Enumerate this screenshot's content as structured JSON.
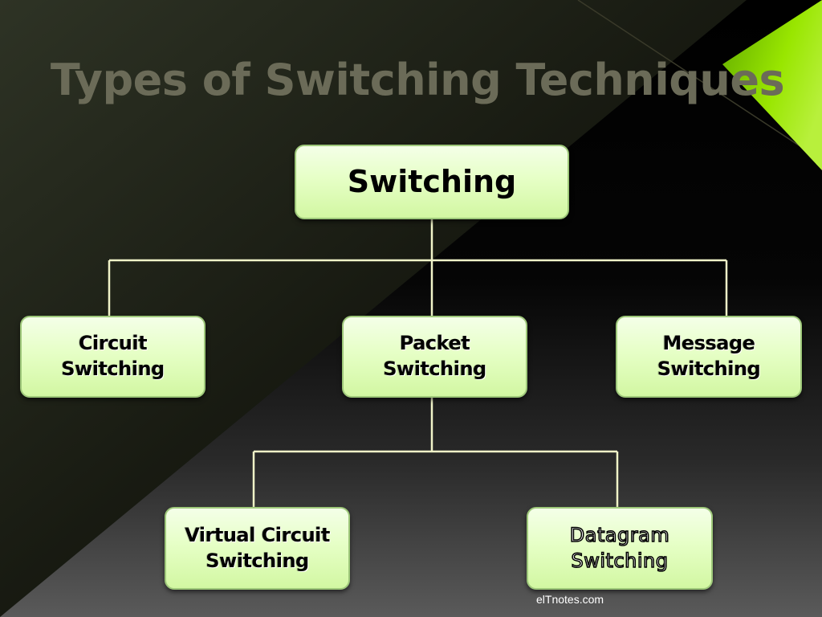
{
  "title": "Types of Switching Techniques",
  "colors": {
    "node_fill": "#e6ffc6",
    "node_border": "#9ec87a",
    "connector": "#f0f3c8",
    "accent": "#99e600",
    "title": "#6b6b58"
  },
  "tree": {
    "root": "Switching",
    "level1": {
      "circuit": "Circuit Switching",
      "packet": "Packet Switching",
      "message": "Message Switching"
    },
    "level2": {
      "virtual_circuit": "Virtual Circuit Switching",
      "datagram": "Datagram Switching"
    }
  },
  "credit": "elTnotes.com"
}
